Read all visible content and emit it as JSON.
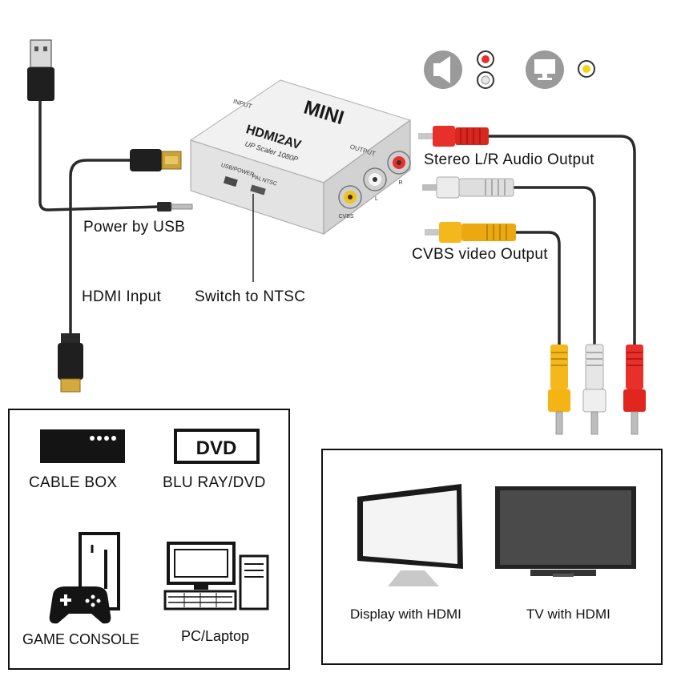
{
  "device": {
    "brand": "MINI",
    "model": "HDMI2AV",
    "subtitle": "UP Scaler 1080P",
    "input_label": "INPUT",
    "output_label": "OUTPUT",
    "usb_power_label": "USB/POWER",
    "switch_pal": "PAL",
    "switch_ntsc": "NTSC",
    "port_cvbs": "CVBS",
    "port_l": "L",
    "port_r": "R"
  },
  "callouts": {
    "power": "Power by USB",
    "hdmi_input": "HDMI Input",
    "switch": "Switch to NTSC",
    "audio_output": "Stereo L/R Audio Output",
    "video_output": "CVBS video Output"
  },
  "sources": {
    "cable_box": "CABLE BOX",
    "dvd_logo": "DVD",
    "blu_ray": "BLU RAY/DVD",
    "game_console": "GAME CONSOLE",
    "pc": "PC/Laptop"
  },
  "displays": {
    "monitor": "Display with HDMI",
    "tv": "TV with HDMI"
  },
  "colors": {
    "red_plug": "#e8302a",
    "white_plug": "#e6e6e6",
    "yellow_plug": "#f5b81c",
    "cable": "#2a2a2a",
    "icon_grey": "#9a9a9a"
  },
  "icons": [
    "usb-plug-icon",
    "hdmi-plug-icon",
    "speaker-icon",
    "monitor-icon",
    "cable-box-icon",
    "dvd-icon",
    "game-controller-icon",
    "pc-icon",
    "display-icon",
    "tv-icon"
  ]
}
